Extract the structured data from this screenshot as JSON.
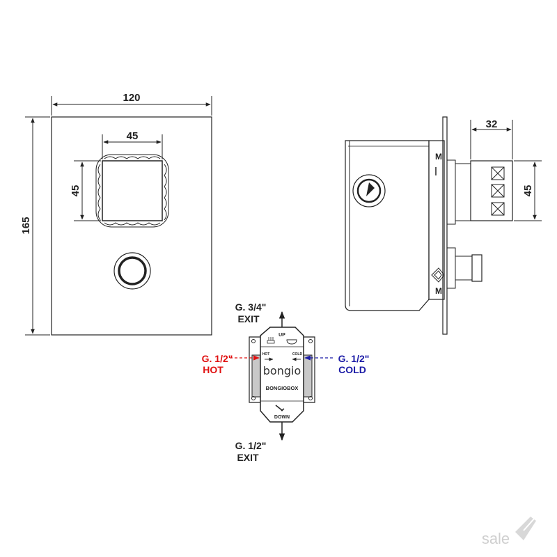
{
  "dimensions": {
    "plate_width": "120",
    "plate_height": "165",
    "handle_width": "45",
    "handle_height": "45",
    "side_depth": "32",
    "side_height": "45"
  },
  "box": {
    "up": "UP",
    "down": "DOWN",
    "hot": "HOT",
    "cold": "COLD",
    "logo": "bongio",
    "name": "BONGIOBOX"
  },
  "connections": {
    "top_size": "G. 3/4\"",
    "top_label": "EXIT",
    "left_size": "G. 1/2\"",
    "left_label": "HOT",
    "right_size": "G. 1/2\"",
    "right_label": "COLD",
    "bottom_size": "G. 1/2\"",
    "bottom_label": "EXIT"
  },
  "side_marks": {
    "top": "M",
    "bottom": "M"
  },
  "watermark": {
    "text": "sale"
  },
  "colors": {
    "hot": "#e01010",
    "cold": "#1a1aa6",
    "line": "#222222"
  }
}
